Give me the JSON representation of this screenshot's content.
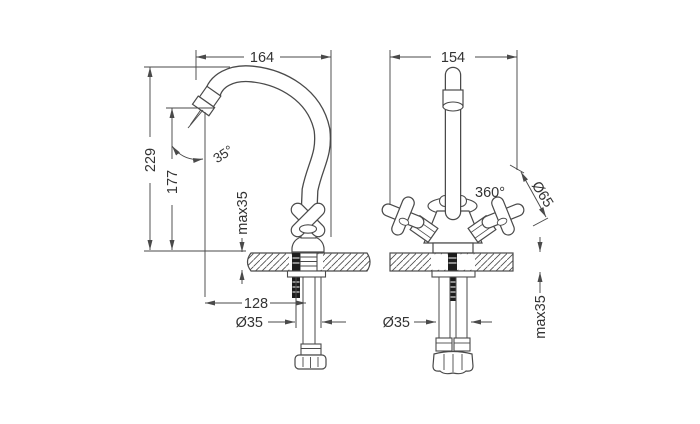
{
  "drawing": {
    "type": "faucet-technical-dimension-drawing",
    "colors": {
      "line": "#4a4a4a",
      "solid": "#1d1d1d",
      "text": "#333333",
      "background": "#ffffff"
    },
    "side_view": {
      "dims": {
        "spout_reach_total": "164",
        "height_total": "229",
        "height_spout_outlet": "177",
        "spout_angle": "35°",
        "deck_thickness_max": "max35",
        "axis_to_tip": "128",
        "shank_diameter": "Ø35"
      }
    },
    "front_view": {
      "dims": {
        "width_total": "154",
        "swivel_angle": "360°",
        "handle_diameter": "Ø65",
        "shank_diameter": "Ø35",
        "deck_thickness_max": "max35"
      }
    }
  }
}
